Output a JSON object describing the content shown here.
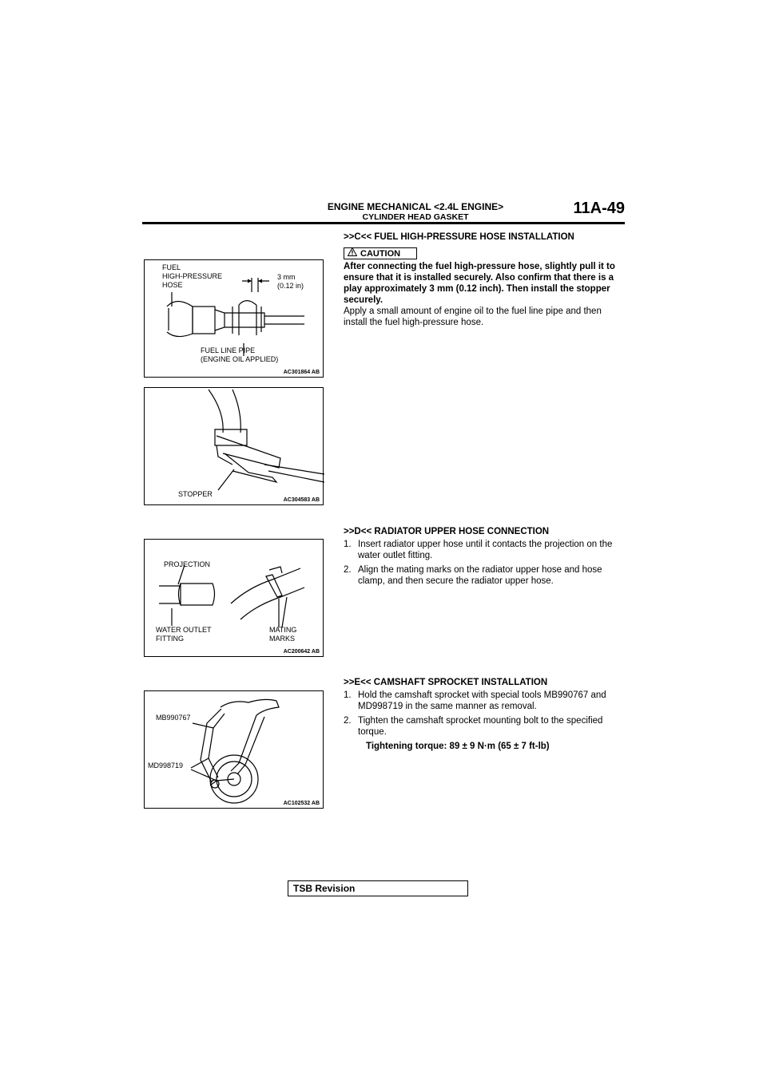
{
  "header": {
    "title": "ENGINE MECHANICAL <2.4L ENGINE>",
    "subtitle": "CYLINDER HEAD GASKET",
    "page": "11A-49"
  },
  "figures": {
    "fuel_hose": {
      "label_hose": "FUEL\nHIGH-PRESSURE\nHOSE",
      "label_gap": "3 mm\n(0.12 in)",
      "label_pipe": "FUEL LINE PIPE\n(ENGINE OIL APPLIED)",
      "code": "AC301864 AB"
    },
    "stopper": {
      "label_stopper": "STOPPER",
      "code": "AC304583 AB"
    },
    "radiator": {
      "label_projection": "PROJECTION",
      "label_fitting": "WATER OUTLET\nFITTING",
      "label_marks": "MATING\nMARKS",
      "code": "AC200642 AB"
    },
    "camshaft": {
      "label_tool1": "MB990767",
      "label_tool2": "MD998719",
      "code": "AC102532 AB"
    }
  },
  "sections": {
    "c": {
      "title": ">>C<< FUEL HIGH-PRESSURE HOSE INSTALLATION",
      "caution_label": "CAUTION",
      "caution_text": "After connecting the fuel high-pressure hose, slightly pull it to ensure that it is installed securely. Also confirm that there is a play approximately 3 mm (0.12 inch). Then install the stopper securely.",
      "body": "Apply a small amount of engine oil to the fuel line pipe and then install the fuel high-pressure hose."
    },
    "d": {
      "title": ">>D<< RADIATOR UPPER HOSE CONNECTION",
      "steps": [
        {
          "num": "1.",
          "text": "Insert radiator upper hose until it contacts the projection on the water outlet fitting."
        },
        {
          "num": "2.",
          "text": "Align the mating marks on the radiator upper hose and hose clamp, and then secure the radiator upper hose."
        }
      ]
    },
    "e": {
      "title": ">>E<< CAMSHAFT SPROCKET INSTALLATION",
      "steps": [
        {
          "num": "1.",
          "text": "Hold the camshaft sprocket with special tools MB990767 and MD998719 in the same manner as removal."
        },
        {
          "num": "2.",
          "text": "Tighten the camshaft sprocket mounting bolt to the specified torque."
        }
      ],
      "torque": "Tightening torque: 89 ± 9 N·m (65 ± 7 ft-lb)"
    }
  },
  "footer": {
    "tsb": "TSB Revision"
  }
}
